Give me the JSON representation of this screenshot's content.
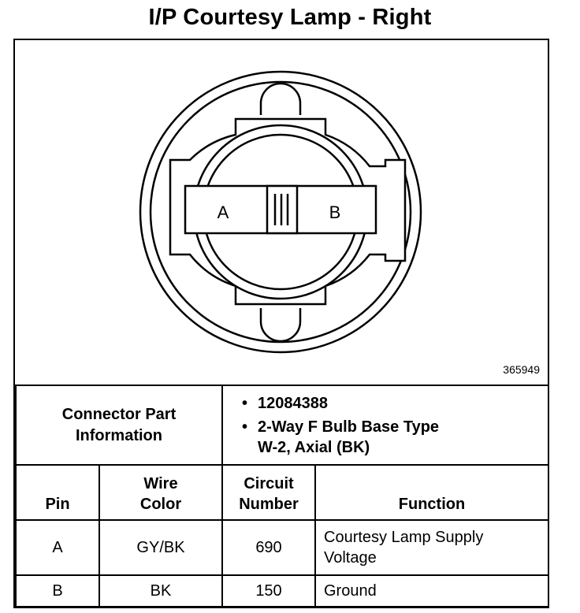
{
  "title": "I/P Courtesy Lamp - Right",
  "diagram": {
    "id": "365949",
    "pin_labels": [
      "A",
      "B"
    ]
  },
  "connector_info": {
    "label_line1": "Connector Part",
    "label_line2": "Information",
    "items": [
      "12084388",
      "2-Way F Bulb Base Type",
      "W-2, Axial (BK)"
    ]
  },
  "table": {
    "headers": {
      "pin": "Pin",
      "wire_color_line1": "Wire",
      "wire_color_line2": "Color",
      "circuit_line1": "Circuit",
      "circuit_line2": "Number",
      "function": "Function"
    },
    "rows": [
      {
        "pin": "A",
        "wire_color": "GY/BK",
        "circuit": "690",
        "function_line1": "Courtesy Lamp Supply",
        "function_line2": "Voltage"
      },
      {
        "pin": "B",
        "wire_color": "BK",
        "circuit": "150",
        "function_line1": "Ground",
        "function_line2": ""
      }
    ]
  }
}
